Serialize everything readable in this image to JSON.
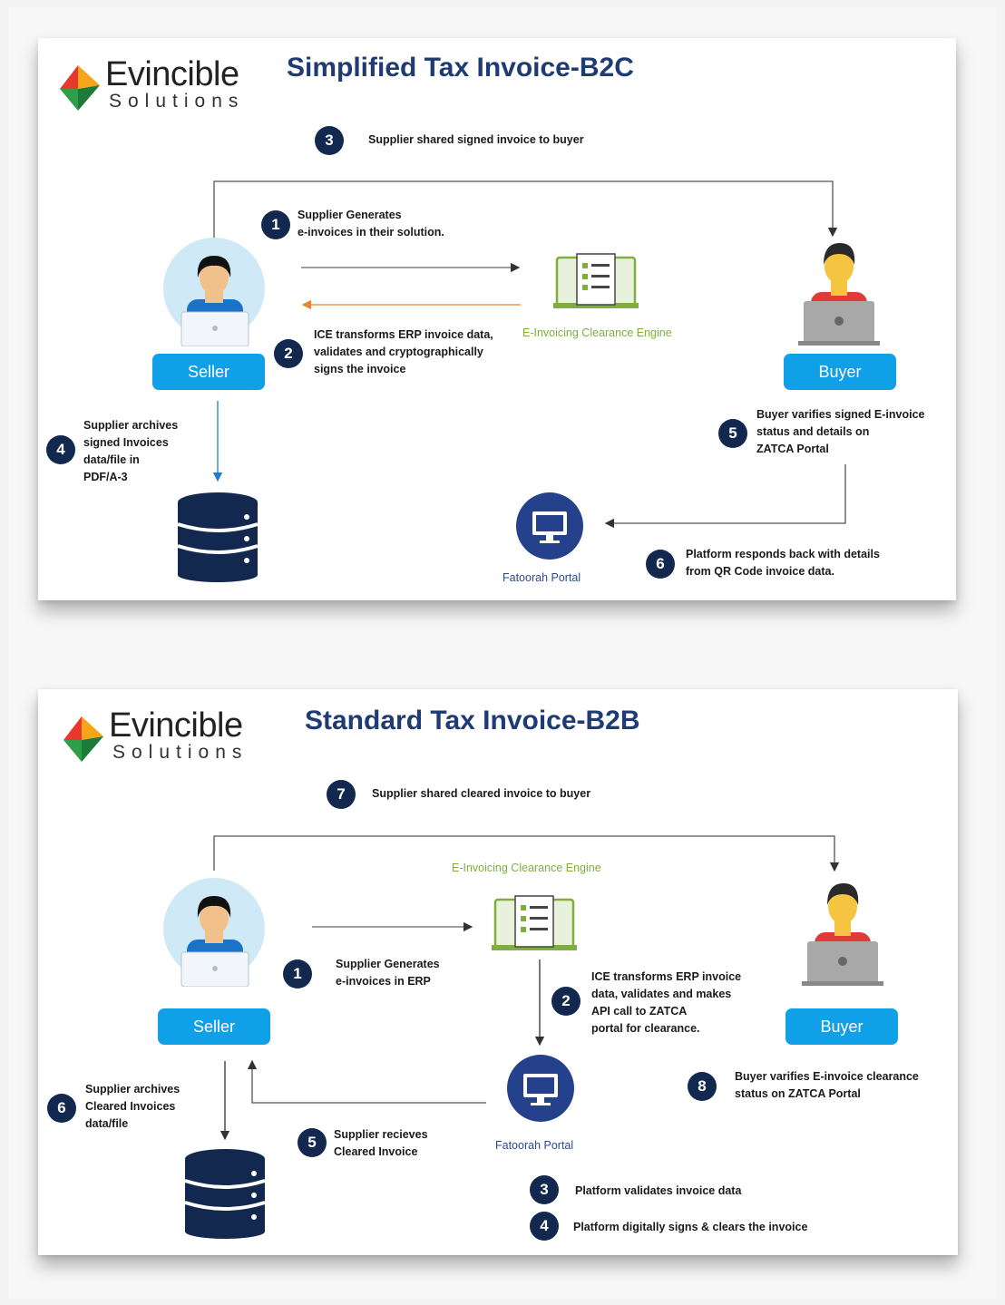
{
  "brand": {
    "name": "Evincible",
    "tagline": "Solutions"
  },
  "b2c": {
    "title": "Simplified Tax Invoice-B2C",
    "seller_label": "Seller",
    "buyer_label": "Buyer",
    "engine_label": "E-Invoicing Clearance Engine",
    "portal_label": "Fatoorah Portal",
    "steps": [
      {
        "n": "1",
        "lines": [
          "Supplier Generates",
          "e-invoices in their solution."
        ]
      },
      {
        "n": "2",
        "lines": [
          "ICE transforms ERP invoice data,",
          "validates and cryptographically",
          "signs the invoice"
        ]
      },
      {
        "n": "3",
        "lines": [
          "Supplier shared signed invoice to buyer"
        ]
      },
      {
        "n": "4",
        "lines": [
          "Supplier archives",
          "signed Invoices",
          "data/file in",
          "PDF/A-3"
        ]
      },
      {
        "n": "5",
        "lines": [
          "Buyer varifies signed E-invoice",
          "status and details on",
          "ZATCA Portal"
        ]
      },
      {
        "n": "6",
        "lines": [
          "Platform responds back with details",
          "from QR Code invoice data."
        ]
      }
    ]
  },
  "b2b": {
    "title": "Standard Tax Invoice-B2B",
    "seller_label": "Seller",
    "buyer_label": "Buyer",
    "engine_label": "E-Invoicing Clearance Engine",
    "portal_label": "Fatoorah Portal",
    "steps": [
      {
        "n": "1",
        "lines": [
          "Supplier Generates",
          "e-invoices in ERP"
        ]
      },
      {
        "n": "2",
        "lines": [
          "ICE transforms ERP invoice",
          "data,  validates and makes",
          "API call to ZATCA",
          "portal for clearance."
        ]
      },
      {
        "n": "3",
        "lines": [
          "Platform validates invoice data"
        ]
      },
      {
        "n": "4",
        "lines": [
          "Platform digitally signs & clears the invoice"
        ]
      },
      {
        "n": "5",
        "lines": [
          "Supplier recieves",
          "Cleared Invoice"
        ]
      },
      {
        "n": "6",
        "lines": [
          "Supplier archives",
          "Cleared Invoices",
          "data/file"
        ]
      },
      {
        "n": "7",
        "lines": [
          "Supplier shared cleared invoice to buyer"
        ]
      },
      {
        "n": "8",
        "lines": [
          "Buyer varifies E-invoice clearance",
          "status on ZATCA Portal"
        ]
      }
    ]
  },
  "colors": {
    "title": "#1f3b73",
    "step_badge": "#12284f",
    "button": "#0fa0e8",
    "engine_label": "#7fae3c",
    "portal_label": "#2c4a8c",
    "return_arrow": "#e8842c"
  }
}
